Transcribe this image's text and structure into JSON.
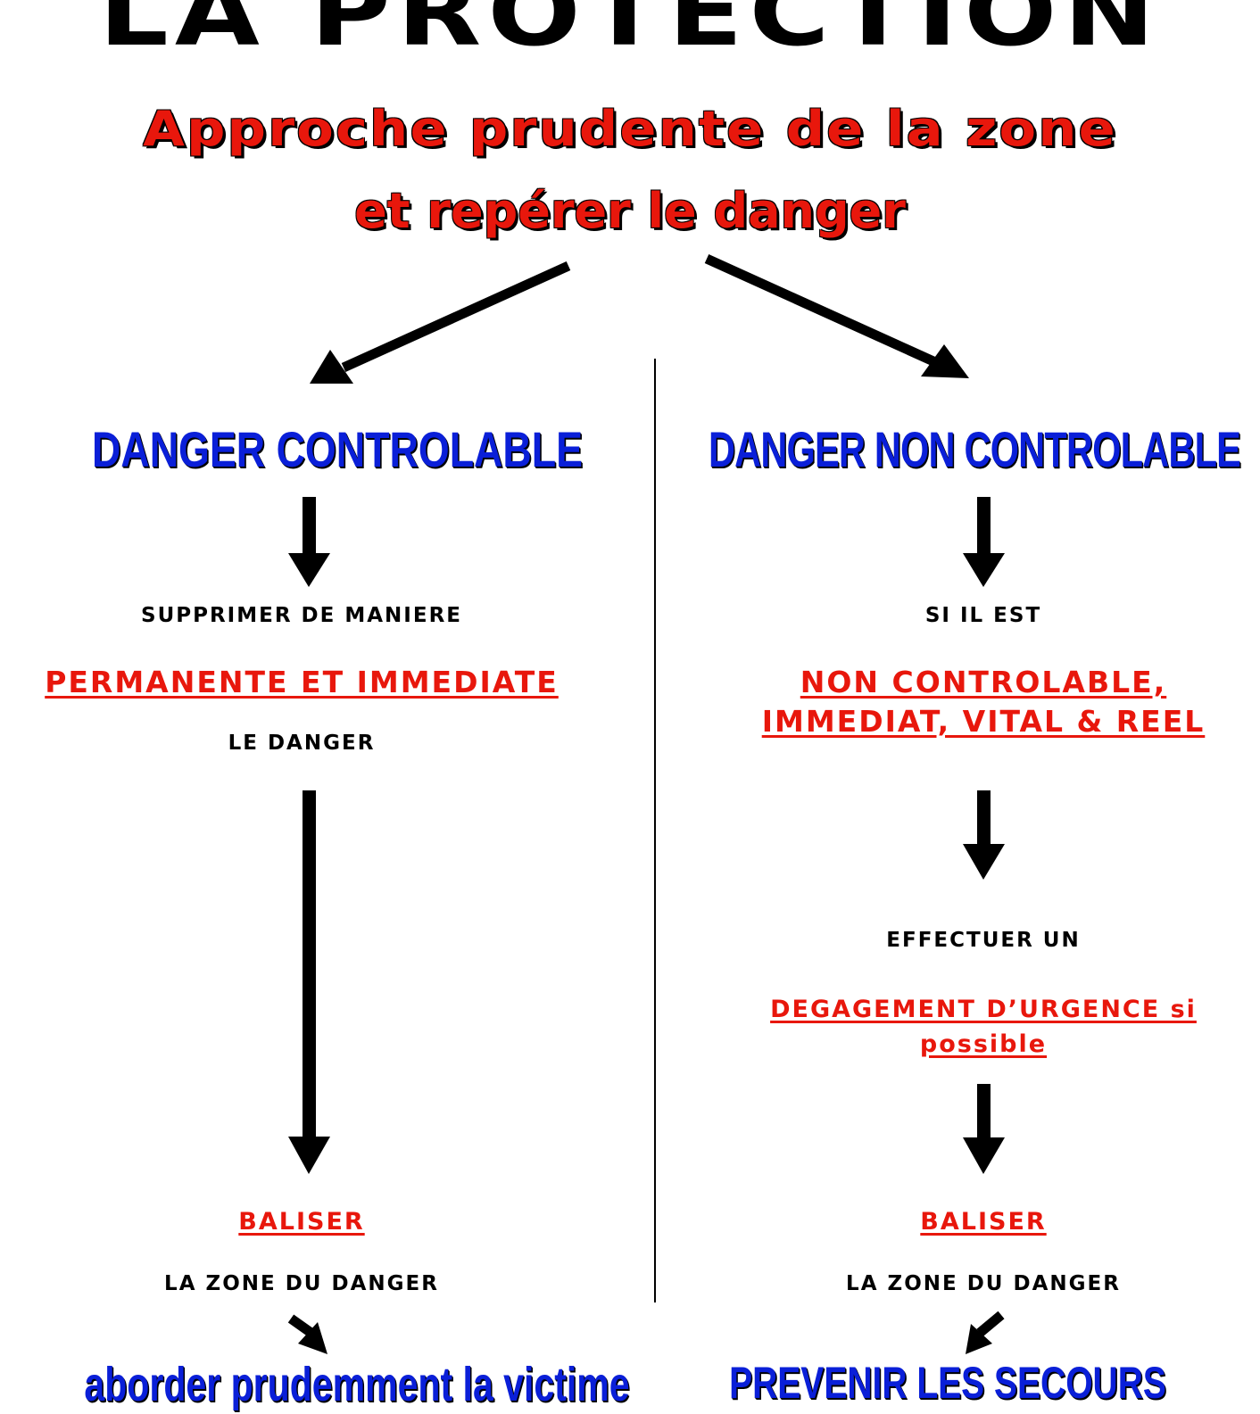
{
  "title": "LA PROTECTION",
  "intro": {
    "line1": "Approche prudente de la zone",
    "line2": "et repérer le danger"
  },
  "left": {
    "title": "DANGER CONTROLABLE",
    "step1": "SUPPRIMER DE MANIERE",
    "step1_emphasis": "PERMANENTE ET IMMEDIATE",
    "step1_end": "LE DANGER",
    "baliser": "BALISER",
    "zone": "LA ZONE DU DANGER",
    "final": "aborder prudemment la victime"
  },
  "right": {
    "title": "DANGER NON CONTROLABLE",
    "condition": "SI IL EST",
    "condition_emphasis_line1": "NON CONTROLABLE,",
    "condition_emphasis_line2": "IMMEDIAT, VITAL & REEL",
    "action": "EFFECTUER UN",
    "action_emphasis_line1": "DEGAGEMENT D’URGENCE si",
    "action_emphasis_line2": "possible",
    "baliser": "BALISER",
    "zone": "LA ZONE DU DANGER",
    "final": "PREVENIR LES SECOURS"
  },
  "colors": {
    "title": "#000000",
    "intro": "#e8170c",
    "branch_title": "#0a1fd8",
    "emphasis": "#e8170c",
    "arrow": "#000000"
  }
}
